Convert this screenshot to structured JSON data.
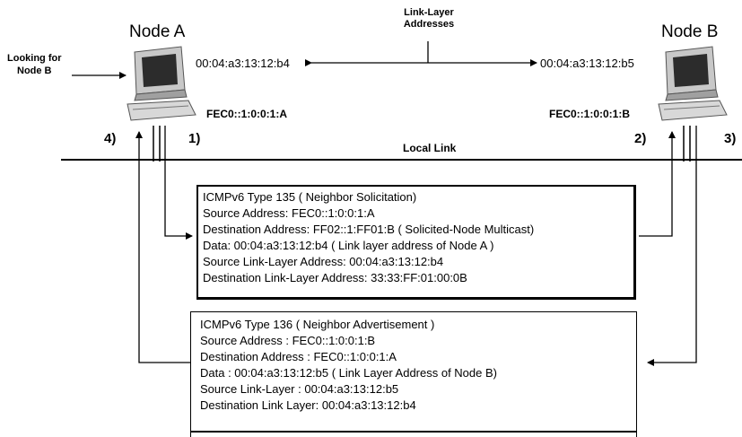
{
  "header": {
    "link_layer_addresses": "Link-Layer\nAddresses"
  },
  "node_a": {
    "title": "Node  A",
    "looking_for": "Looking for\nNode B",
    "mac": "00:04:a3:13:12:b4",
    "ipv6": "FEC0::1:0:0:1:A",
    "step_left": "4)",
    "step_right": "1)"
  },
  "node_b": {
    "title": "Node  B",
    "mac": "00:04:a3:13:12:b5",
    "ipv6": "FEC0::1:0:0:1:B",
    "step_left": "2)",
    "step_right": "3)"
  },
  "local_link": "Local Link",
  "neighbor_solicitation": {
    "lines": [
      "ICMPv6 Type 135 ( Neighbor Solicitation)",
      "Source Address: FEC0::1:0:0:1:A",
      "Destination Address: FF02::1:FF01:B ( Solicited-Node Multicast)",
      "Data: 00:04:a3:13:12:b4 ( Link layer address of Node A )",
      "Source Link-Layer Address: 00:04:a3:13:12:b4",
      "Destination Link-Layer Address: 33:33:FF:01:00:0B"
    ]
  },
  "neighbor_advertisement": {
    "lines": [
      "ICMPv6 Type 136 ( Neighbor Advertisement )",
      "Source Address : FEC0::1:0:0:1:B",
      "Destination Address : FEC0::1:0:0:1:A",
      "Data : 00:04:a3:13:12:b5 ( Link Layer Address of Node B)",
      "Source Link-Layer : 00:04:a3:13:12:b5",
      "Destination Link Layer: 00:04:a3:13:12:b4"
    ]
  }
}
